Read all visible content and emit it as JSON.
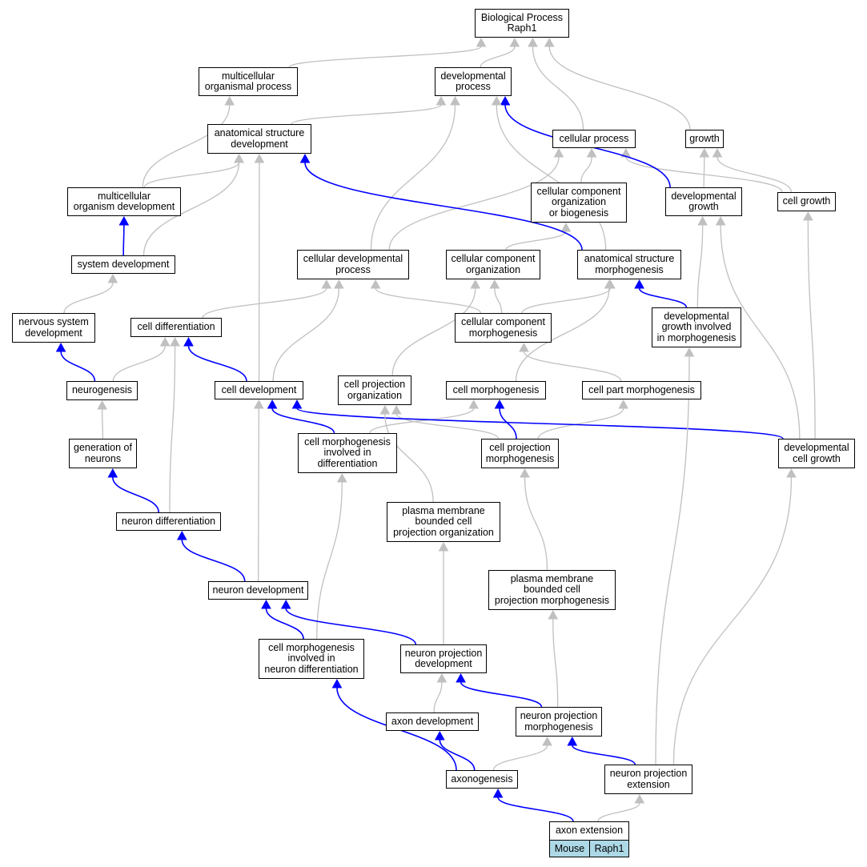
{
  "colors": {
    "gray_edge": "#c0c0c0",
    "blue_edge": "#0000ff",
    "legend_fill": "#add8e6"
  },
  "nodes": {
    "bp": "Biological Process\nRaph1",
    "mop": "multicellular\norganismal process",
    "dp": "developmental\nprocess",
    "asd": "anatomical structure\ndevelopment",
    "cp": "cellular process",
    "growth": "growth",
    "mod": "multicellular\norganism development",
    "ccob": "cellular component\norganization\nor biogenesis",
    "devg": "developmental\ngrowth",
    "cg": "cell growth",
    "sd": "system development",
    "cdp": "cellular developmental\nprocess",
    "cco": "cellular component\norganization",
    "asm": "anatomical structure\nmorphogenesis",
    "nsd": "nervous system\ndevelopment",
    "cdiff": "cell differentiation",
    "ccm": "cellular component\nmorphogenesis",
    "dgim": "developmental\ngrowth involved\nin morphogenesis",
    "neurog": "neurogenesis",
    "cdev": "cell development",
    "cpo": "cell projection\norganization",
    "cm": "cell morphogenesis",
    "cpm": "cell part morphogenesis",
    "gon": "generation of\nneurons",
    "cmid": "cell morphogenesis\ninvolved in\ndifferentiation",
    "cpmorph": "cell projection\nmorphogenesis",
    "dcg": "developmental\ncell growth",
    "pmbcpo": "plasma membrane\nbounded cell\nprojection organization",
    "ndiff": "neuron differentiation",
    "pmbcpm": "plasma membrane\nbounded cell\nprojection morphogenesis",
    "ndev": "neuron development",
    "cmind": "cell morphogenesis\ninvolved in\nneuron differentiation",
    "npd": "neuron projection\ndevelopment",
    "axdev": "axon development",
    "npm": "neuron projection\nmorphogenesis",
    "axog": "axonogenesis",
    "npe": "neuron projection\nextension",
    "axext": "axon extension"
  },
  "legend": {
    "species": "Mouse",
    "gene": "Raph1"
  },
  "edges": [
    {
      "from": "mop",
      "to": "bp",
      "color": "gray"
    },
    {
      "from": "dp",
      "to": "bp",
      "color": "gray"
    },
    {
      "from": "cp",
      "to": "bp",
      "color": "gray"
    },
    {
      "from": "growth",
      "to": "bp",
      "color": "gray"
    },
    {
      "from": "asd",
      "to": "dp",
      "color": "gray"
    },
    {
      "from": "mod",
      "to": "mop",
      "color": "gray"
    },
    {
      "from": "mod",
      "to": "asd",
      "color": "gray"
    },
    {
      "from": "sd",
      "to": "mod",
      "color": "blue"
    },
    {
      "from": "sd",
      "to": "asd",
      "color": "gray"
    },
    {
      "from": "ccob",
      "to": "cp",
      "color": "gray"
    },
    {
      "from": "cg",
      "to": "growth",
      "color": "gray"
    },
    {
      "from": "cg",
      "to": "cp",
      "color": "gray"
    },
    {
      "from": "devg",
      "to": "growth",
      "color": "gray"
    },
    {
      "from": "devg",
      "to": "dp",
      "color": "blue"
    },
    {
      "from": "cdp",
      "to": "dp",
      "color": "gray"
    },
    {
      "from": "cdp",
      "to": "cp",
      "color": "gray"
    },
    {
      "from": "cco",
      "to": "ccob",
      "color": "gray"
    },
    {
      "from": "asm",
      "to": "asd",
      "color": "blue"
    },
    {
      "from": "asm",
      "to": "dp",
      "color": "gray"
    },
    {
      "from": "nsd",
      "to": "sd",
      "color": "gray"
    },
    {
      "from": "cdiff",
      "to": "cdp",
      "color": "gray"
    },
    {
      "from": "ccm",
      "to": "cdp",
      "color": "gray"
    },
    {
      "from": "ccm",
      "to": "cco",
      "color": "gray"
    },
    {
      "from": "ccm",
      "to": "asm",
      "color": "gray"
    },
    {
      "from": "dgim",
      "to": "devg",
      "color": "gray"
    },
    {
      "from": "dgim",
      "to": "asm",
      "color": "blue"
    },
    {
      "from": "neurog",
      "to": "nsd",
      "color": "blue"
    },
    {
      "from": "neurog",
      "to": "cdiff",
      "color": "gray"
    },
    {
      "from": "cdev",
      "to": "cdiff",
      "color": "blue"
    },
    {
      "from": "cdev",
      "to": "cdp",
      "color": "gray"
    },
    {
      "from": "cdev",
      "to": "asd",
      "color": "gray"
    },
    {
      "from": "cpo",
      "to": "cco",
      "color": "gray"
    },
    {
      "from": "cm",
      "to": "asm",
      "color": "gray"
    },
    {
      "from": "gon",
      "to": "neurog",
      "color": "gray"
    },
    {
      "from": "cmid",
      "to": "cdev",
      "color": "blue"
    },
    {
      "from": "cmid",
      "to": "cm",
      "color": "gray"
    },
    {
      "from": "cpmorph",
      "to": "cm",
      "color": "blue"
    },
    {
      "from": "cpmorph",
      "to": "cpm",
      "color": "gray"
    },
    {
      "from": "cpmorph",
      "to": "cpo",
      "color": "gray"
    },
    {
      "from": "cpm",
      "to": "ccm",
      "color": "gray"
    },
    {
      "from": "dcg",
      "to": "cdev",
      "color": "blue"
    },
    {
      "from": "dcg",
      "to": "cg",
      "color": "gray"
    },
    {
      "from": "dcg",
      "to": "devg",
      "color": "gray"
    },
    {
      "from": "pmbcpo",
      "to": "cpo",
      "color": "gray"
    },
    {
      "from": "ndiff",
      "to": "gon",
      "color": "blue"
    },
    {
      "from": "ndiff",
      "to": "cdiff",
      "color": "gray"
    },
    {
      "from": "pmbcpm",
      "to": "cpmorph",
      "color": "gray"
    },
    {
      "from": "ndev",
      "to": "ndiff",
      "color": "blue"
    },
    {
      "from": "ndev",
      "to": "cdev",
      "color": "gray"
    },
    {
      "from": "cmind",
      "to": "ndev",
      "color": "blue"
    },
    {
      "from": "cmind",
      "to": "cmid",
      "color": "gray"
    },
    {
      "from": "npd",
      "to": "ndev",
      "color": "blue"
    },
    {
      "from": "npd",
      "to": "pmbcpo",
      "color": "gray"
    },
    {
      "from": "axdev",
      "to": "npd",
      "color": "gray"
    },
    {
      "from": "npm",
      "to": "npd",
      "color": "blue"
    },
    {
      "from": "npm",
      "to": "pmbcpm",
      "color": "gray"
    },
    {
      "from": "axog",
      "to": "axdev",
      "color": "blue"
    },
    {
      "from": "axog",
      "to": "npm",
      "color": "gray"
    },
    {
      "from": "axog",
      "to": "cmind",
      "color": "blue"
    },
    {
      "from": "npe",
      "to": "npm",
      "color": "blue"
    },
    {
      "from": "npe",
      "to": "dgim",
      "color": "gray"
    },
    {
      "from": "npe",
      "to": "dcg",
      "color": "gray"
    },
    {
      "from": "axext",
      "to": "axog",
      "color": "blue"
    },
    {
      "from": "axext",
      "to": "npe",
      "color": "gray"
    }
  ]
}
